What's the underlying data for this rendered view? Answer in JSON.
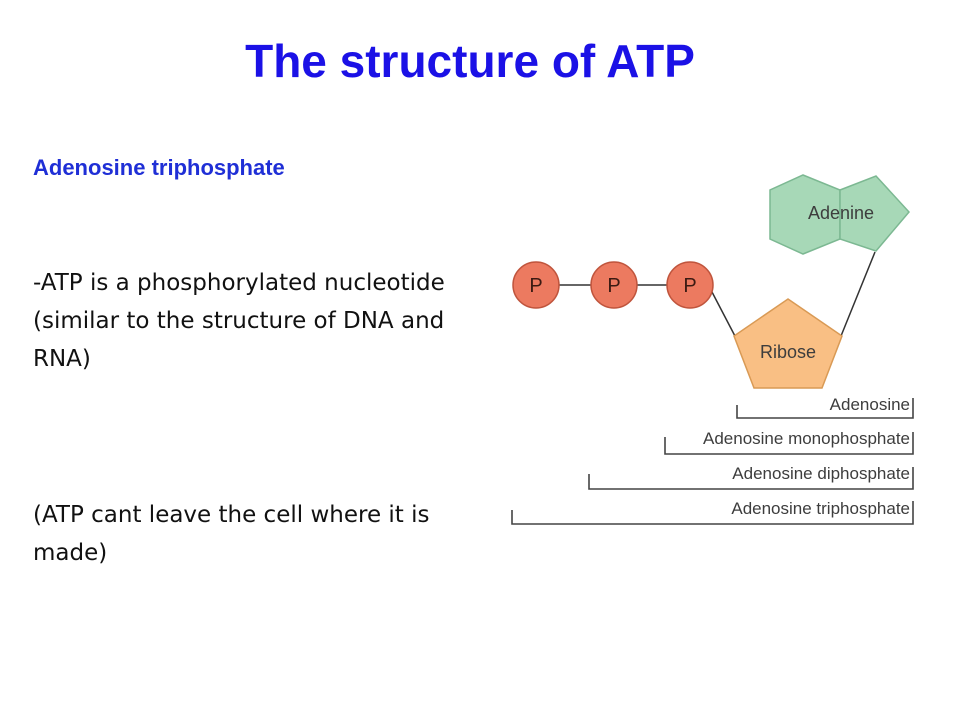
{
  "slide": {
    "title": "The structure of ATP",
    "subtitle": "Adenosine triphosphate",
    "paragraph_1": "-ATP is a phosphorylated nucleotide (similar to the structure of DNA and RNA)",
    "paragraph_2": "(ATP cant leave the cell where it is made)"
  },
  "diagram": {
    "phosphates": [
      "P",
      "P",
      "P"
    ],
    "sugar": "Ribose",
    "base": "Adenine",
    "brackets": [
      "Adenosine",
      "Adenosine monophosphate",
      "Adenosine diphosphate",
      "Adenosine triphosphate"
    ]
  },
  "colors": {
    "title": "#1b11e6",
    "subtitle": "#1f2fd6",
    "phosphate_fill": "#ec7a60",
    "phosphate_stroke": "#c0553d",
    "ribose_fill": "#f9bf84",
    "ribose_stroke": "#d99a55",
    "adenine_fill": "#a7d8b7",
    "adenine_stroke": "#7cb892"
  }
}
